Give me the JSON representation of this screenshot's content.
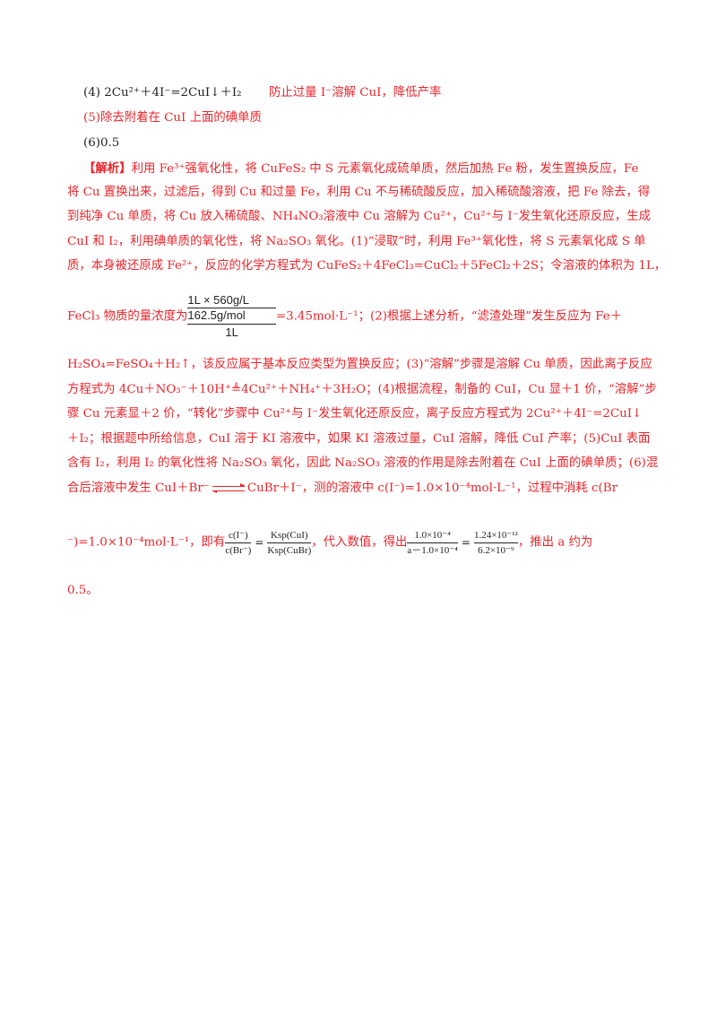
{
  "lines": {
    "l1_black": "(4) 2Cu²⁺＋4I⁻=2CuI↓＋I₂",
    "l1_red": "防止过量 I⁻溶解 CuI，降低产率",
    "l2_red": "(5)除去附着在 CuI 上面的碘单质",
    "l3_black": "(6)0.5",
    "l4_head": "【解析】",
    "l4_rest": "利用 Fe³⁺强氧化性，将 CuFeS₂ 中 S 元素氧化成硫单质，然后加热 Fe 粉，发生置换反应，Fe",
    "l5": "将 Cu 置换出来，过滤后，得到 Cu 和过量 Fe，利用 Cu 不与稀硫酸反应，加入稀硫酸溶液，把 Fe 除去，得",
    "l6": "到纯净 Cu 单质，将 Cu 放入稀硫酸、NH₄NO₃溶液中 Cu 溶解为 Cu²⁺，Cu²⁺与 I⁻发生氧化还原反应，生成",
    "l7": "CuI 和 I₂，利用碘单质的氧化性，将 Na₂SO₃ 氧化。(1)“浸取”时，利用 Fe³⁺氧化性，将 S 元素氧化成 S 单",
    "l8": "质，本身被还原成 Fe²⁺，反应的化学方程式为 CuFeS₂＋4FeCl₃=CuCl₂＋5FeCl₂＋2S；令溶液的体积为 1L，",
    "l9_pre": "FeCl₃ 物质的量浓度为",
    "l9_post": "=3.45mol·L⁻¹；(2)根据上述分析，“滤渣处理”发生反应为 Fe＋",
    "l10": "H₂SO₄=FeSO₄＋H₂↑，该反应属于基本反应类型为置换反应；(3)“溶解”步骤是溶解 Cu 单质，因此离子反应",
    "l11": "方程式为 4Cu＋NO₃⁻＋10H⁺≜4Cu²⁺＋NH₄⁺＋3H₂O；(4)根据流程，制备的 CuI，Cu 显＋1 价，“溶解”步",
    "l12": "骤 Cu 元素显＋2 价，“转化”步骤中 Cu²⁺与 I⁻发生氧化还原反应，离子反应方程式为 2Cu²⁺＋4I⁻=2CuI↓",
    "l13": "＋I₂；根据题中所给信息，CuI 溶于 KI 溶液中，如果 KI 溶液过量，CuI 溶解，降低 CuI 产率；(5)CuI 表面",
    "l14": "含有 I₂，利用 I₂ 的氧化性将 Na₂SO₃ 氧化，因此 Na₂SO₃ 溶液的作用是除去附着在 CuI 上面的碘单质；(6)混",
    "l15_pre": "合后溶液中发生 CuI＋Br⁻",
    "l15_post": "CuBr＋I⁻，测的溶液中 c(I⁻)=1.0×10⁻⁴mol·L⁻¹，过程中消耗 c(Br",
    "l16_pre": "⁻)=1.0×10⁻⁴mol·L⁻¹，即有",
    "l16_mid": "，代入数值，得出",
    "l16_post": "，推出 a 约为",
    "l17": "0.5。"
  },
  "frac_conc": {
    "num": "1L × 560g/L",
    "mid": "162.5g/mol",
    "den": "1L"
  },
  "frac_ksp": {
    "n1": "c(I⁻)",
    "d1": "c(Br⁻)",
    "eq": "=",
    "n2": "Ksp(CuI)",
    "d2": "Ksp(CuBr)"
  },
  "frac_val": {
    "n1": "1.0×10⁻⁴",
    "d1": "a－1.0×10⁻⁴",
    "eq": "=",
    "n2": "1.24×10⁻¹²",
    "d2": "6.2×10⁻⁹"
  },
  "colors": {
    "answer": "#e8262c",
    "text": "#222222"
  }
}
